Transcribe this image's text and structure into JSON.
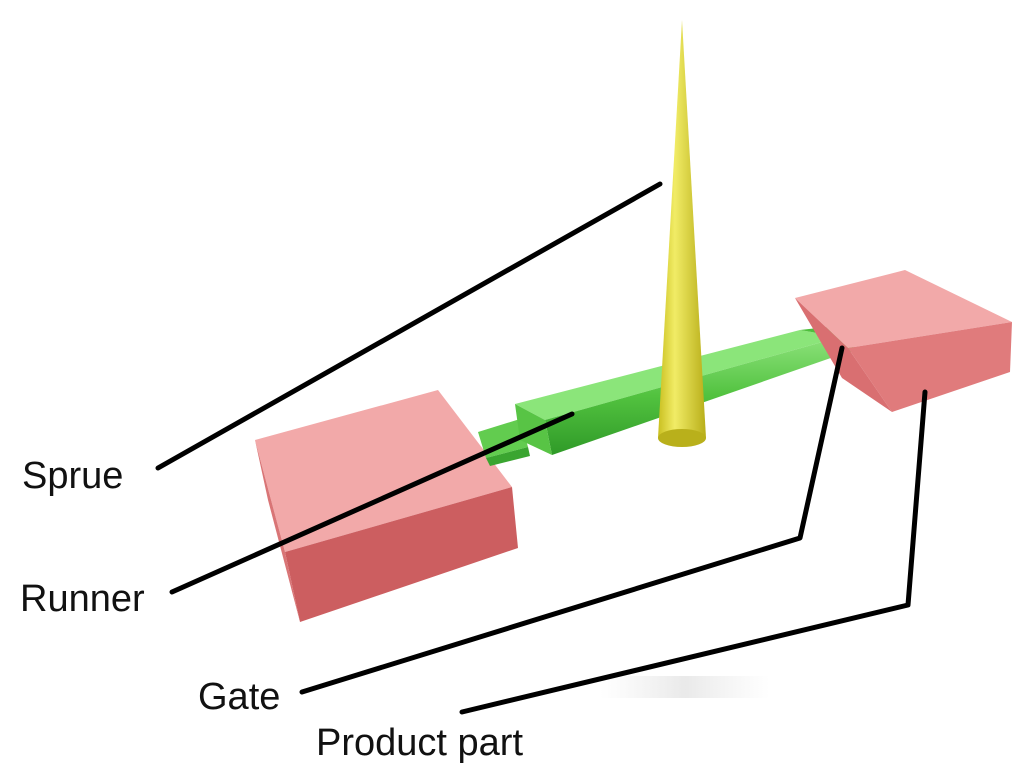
{
  "diagram": {
    "labels": {
      "sprue": "Sprue",
      "runner": "Runner",
      "gate": "Gate",
      "product_part": "Product part"
    }
  },
  "colors": {
    "sprue": "#d8d23a",
    "runner": "#5cc84a",
    "product_part": "#e27a7a",
    "leader_line": "#000000",
    "label_text": "#111111"
  }
}
